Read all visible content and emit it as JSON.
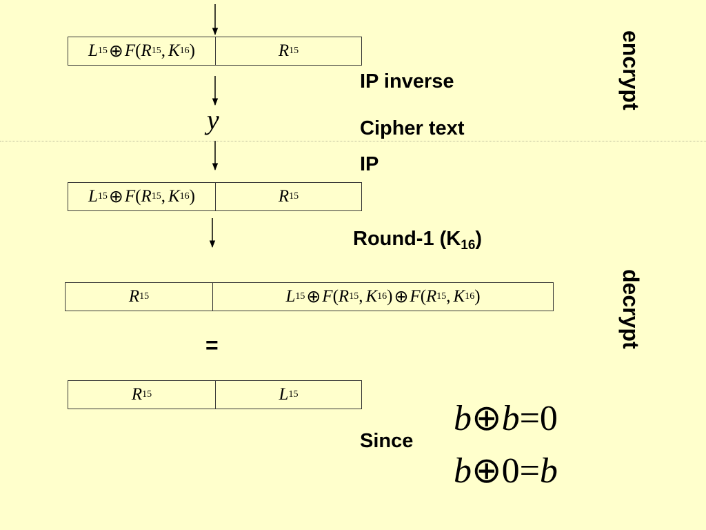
{
  "encrypt_block": {
    "left": {
      "L": "L",
      "L_sub": "15",
      "xor": "⊕",
      "F": "F",
      "open": "(",
      "R": "R",
      "R_sub": "15",
      "comma": ",",
      "K": "K",
      "K_sub": "16",
      "close": ")"
    },
    "right": {
      "var": "R",
      "sub": "15"
    }
  },
  "labels": {
    "ip_inverse": "IP inverse",
    "cipher_text": "Cipher text",
    "ip": "IP",
    "round_prefix": "Round-1 (K",
    "round_sub": "16",
    "round_suffix": ")",
    "equals": "=",
    "since": "Since",
    "encrypt": "encrypt",
    "decrypt": "decrypt"
  },
  "y_symbol": "y",
  "ip_block": {
    "left": {
      "L": "L",
      "L_sub": "15",
      "xor": "⊕",
      "F": "F",
      "open": "(",
      "R": "R",
      "R_sub": "15",
      "comma": ",",
      "K": "K",
      "K_sub": "16",
      "close": ")"
    },
    "right": {
      "var": "R",
      "sub": "15"
    }
  },
  "round_block": {
    "left": {
      "var": "R",
      "sub": "15"
    },
    "right": {
      "L": "L",
      "L_sub": "15",
      "xor1": "⊕",
      "F1": "F",
      "open1": "(",
      "R1": "R",
      "R1_sub": "15",
      "comma1": ",",
      "K1": "K",
      "K1_sub": "16",
      "close1": ")",
      "xor2": "⊕",
      "F2": "F",
      "open2": "(",
      "R2": "R",
      "R2_sub": "15",
      "comma2": ",",
      "K2": "K",
      "K2_sub": "16",
      "close2": ")"
    }
  },
  "result_block": {
    "left": {
      "var": "R",
      "sub": "15"
    },
    "right": {
      "var": "L",
      "sub": "15"
    }
  },
  "identities": {
    "eq1": {
      "a": "b",
      "op": "⊕",
      "b": "b",
      "eq": "=",
      "r": "0"
    },
    "eq2": {
      "a": "b",
      "op": "⊕",
      "b": "0",
      "eq": "=",
      "r": "b"
    }
  }
}
